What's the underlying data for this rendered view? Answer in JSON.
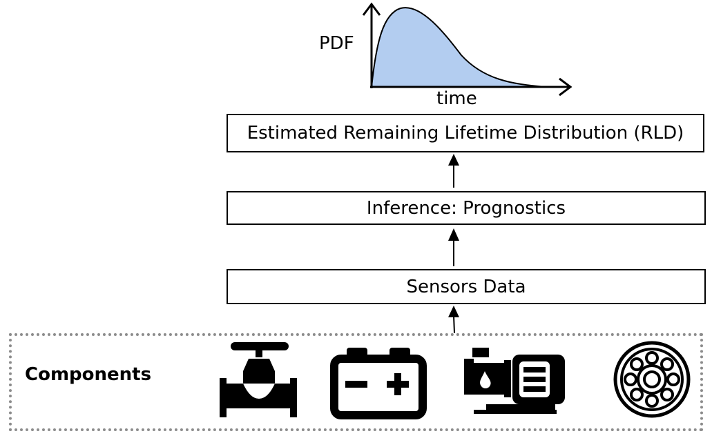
{
  "chart": {
    "ylabel": "PDF",
    "xlabel": "time",
    "fill_color": "#b3cdf0"
  },
  "boxes": {
    "rld": "Estimated Remaining Lifetime Distribution (RLD)",
    "inference": "Inference: Prognostics",
    "sensors": "Sensors Data"
  },
  "components": {
    "label": "Components",
    "icons": [
      "valve-icon",
      "battery-icon",
      "pump-motor-icon",
      "bearing-icon"
    ]
  }
}
